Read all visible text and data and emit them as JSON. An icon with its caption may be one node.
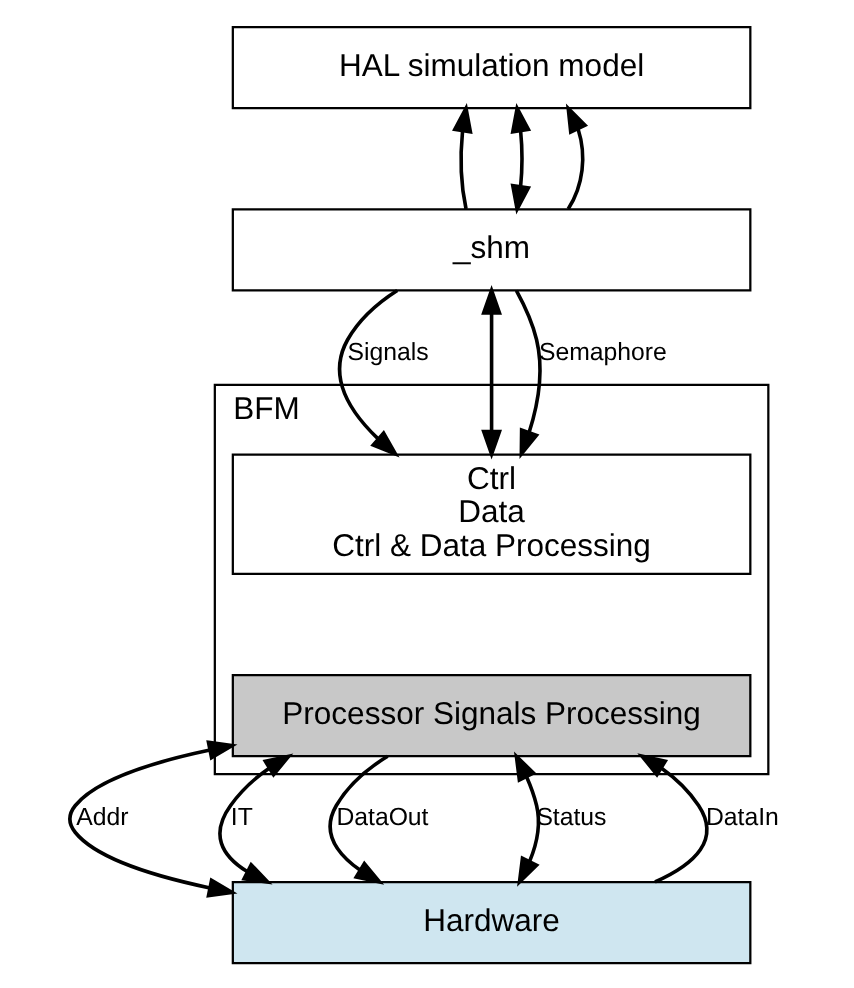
{
  "diagram": {
    "nodes": [
      {
        "text": [
          "HAL simulation model"
        ]
      },
      {
        "text": [
          "_shm"
        ]
      },
      {
        "text": [
          "BFM"
        ]
      },
      {
        "text": [
          "Ctrl",
          "Data",
          "Ctrl & Data Processing"
        ],
        "in": 2
      },
      {
        "text": [
          "Processor Signals Processing"
        ],
        "in": 2
      },
      {
        "text": [
          "Hardware"
        ]
      }
    ],
    "edges": [
      {
        "from": 1,
        "to": 0,
        "arrow": "to"
      },
      {
        "from": 1,
        "to": 0,
        "arrow": "both"
      },
      {
        "from": 1,
        "to": 0,
        "arrow": "to"
      },
      {
        "from": 1,
        "to": 3,
        "arrow": "to",
        "label": "Signals"
      },
      {
        "from": 1,
        "to": 3,
        "arrow": "both"
      },
      {
        "from": 1,
        "to": 3,
        "arrow": "to",
        "label": "Semaphore"
      },
      {
        "from": 4,
        "to": 5,
        "arrow": "both",
        "label": "Addr"
      },
      {
        "from": 4,
        "to": 5,
        "arrow": "both",
        "label": "IT"
      },
      {
        "from": 4,
        "to": 5,
        "arrow": "to",
        "label": "DataOut"
      },
      {
        "from": 5,
        "to": 4,
        "arrow": "to",
        "label": "DataIn"
      },
      {
        "from": 4,
        "to": 5,
        "arrow": "both",
        "label": "Status"
      }
    ]
  }
}
